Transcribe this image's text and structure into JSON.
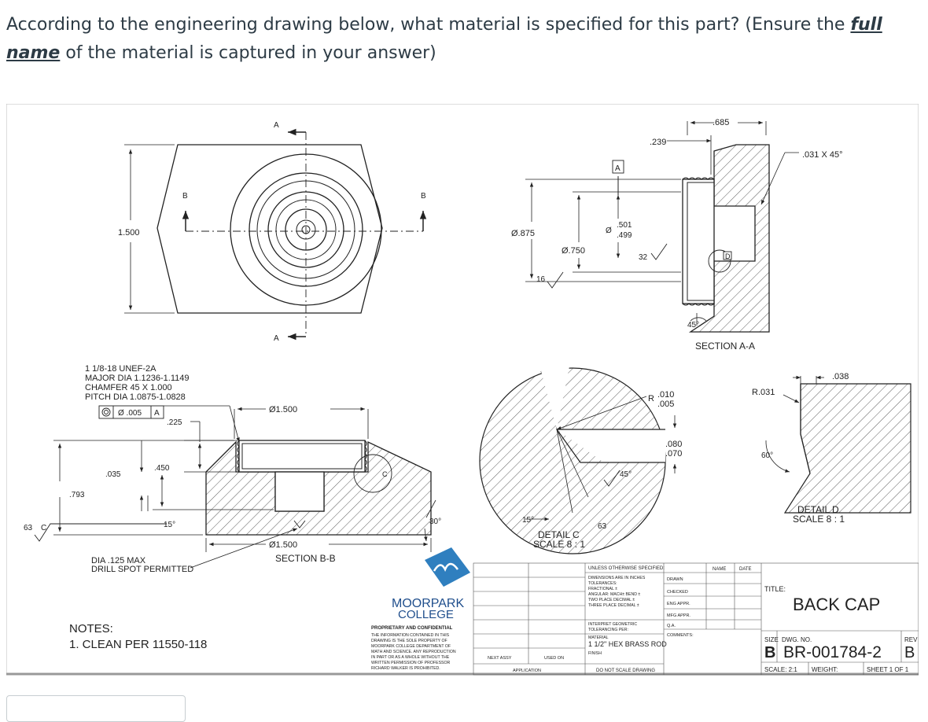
{
  "question": {
    "prefix": "According to the engineering drawing below, what material is specified for this part?  (Ensure the ",
    "emphasis": "full name",
    "suffix": " of the material is captured in your answer)"
  },
  "drawing": {
    "top_view": {
      "height_dim": "1.500",
      "section_a": "A",
      "section_b": "B"
    },
    "section_aa": {
      "label": "SECTION A-A",
      "dim_685": ".685",
      "dim_239": ".239",
      "chamfer": ".031 X 45°",
      "dia_875": "Ø.875",
      "dia_750": "Ø.750",
      "dia_501": ".501",
      "dia_499": ".499",
      "finish_16": "16",
      "finish_32": "32",
      "angle_45": "45°",
      "datum_a": "A",
      "detail_d": "D"
    },
    "section_bb": {
      "label": "SECTION B-B",
      "thread_lines": [
        "1 1/8-18 UNEF-2A",
        "MAJOR DIA 1.1236-1.1149",
        "CHAMFER 45 X 1.000",
        "PITCH DIA 1.0875-1.0828"
      ],
      "fcf_tol": "Ø .005",
      "fcf_datum": "A",
      "dia_top": "Ø1.500",
      "dia_bottom": "Ø1.500",
      "dim_225": ".225",
      "dim_450": ".450",
      "dim_035": ".035",
      "dim_793": ".793",
      "angle_15": "15°",
      "angle_30": "30°",
      "finish_63": "63",
      "detail_c": "C",
      "drill_note": [
        "DIA .125 MAX",
        "DRILL SPOT PERMITTED"
      ]
    },
    "detail_c": {
      "label": "DETAIL C",
      "scale": "SCALE 8 : 1",
      "radius": "R",
      "r1": ".010",
      "r2": ".005",
      "d1": ".080",
      "d2": ".070",
      "angle_45": "45°",
      "angle_15": "15°",
      "finish_63": "63"
    },
    "detail_d": {
      "label": "DETAIL D",
      "scale": "SCALE 8 : 1",
      "radius": "R.031",
      "dim_038": ".038",
      "angle_60": "60°"
    },
    "notes": {
      "title": "NOTES:",
      "item1": "1. CLEAN PER 11550-118"
    },
    "logo": {
      "line1": "MOORPARK",
      "line2": "COLLEGE"
    },
    "proprietary": {
      "title": "PROPRIETARY AND CONFIDENTIAL",
      "lines": [
        "THE INFORMATION CONTAINED IN THIS",
        "DRAWING IS THE SOLE PROPERTY OF",
        "MOORPARK COLLEGE DEPARTMENT OF",
        "MATH AND SCIENCE. ANY REPRODUCTION",
        "IN PART OR AS A WHOLE WITHOUT THE",
        "WRITTEN PERMISSION OF PROFESSOR",
        "RICHARD WALKER IS PROHIBITED."
      ]
    },
    "title_block": {
      "next_assy": "NEXT ASSY",
      "used_on": "USED ON",
      "application": "APPLICATION",
      "unless": "UNLESS OTHERWISE SPECIFIED:",
      "tol_lines": [
        "DIMENSIONS ARE IN INCHES",
        "TOLERANCES:",
        "FRACTIONAL ±",
        "ANGULAR: MACH±   BEND ±",
        "TWO PLACE DECIMAL   ±",
        "THREE PLACE DECIMAL  ±"
      ],
      "interpret": [
        "INTERPRET GEOMETRIC",
        "TOLERANCING PER:"
      ],
      "material_label": "MATERIAL",
      "material_value": "1 1/2\" HEX BRASS ROD",
      "finish_label": "FINISH",
      "do_not_scale": "DO NOT SCALE DRAWING",
      "name": "NAME",
      "date": "DATE",
      "rows": [
        "DRAWN",
        "CHECKED",
        "ENG APPR.",
        "MFG APPR.",
        "Q.A.",
        "COMMENTS:"
      ],
      "title_label": "TITLE:",
      "title_value": "BACK CAP",
      "size_label": "SIZE",
      "size_value": "B",
      "dwg_label": "DWG.  NO.",
      "dwg_value": "BR-001784-2",
      "rev_label": "REV",
      "rev_value": "B",
      "scale": "SCALE: 2:1",
      "weight": "WEIGHT:",
      "sheet": "SHEET 1 OF 1"
    }
  },
  "answer": {
    "value": ""
  }
}
